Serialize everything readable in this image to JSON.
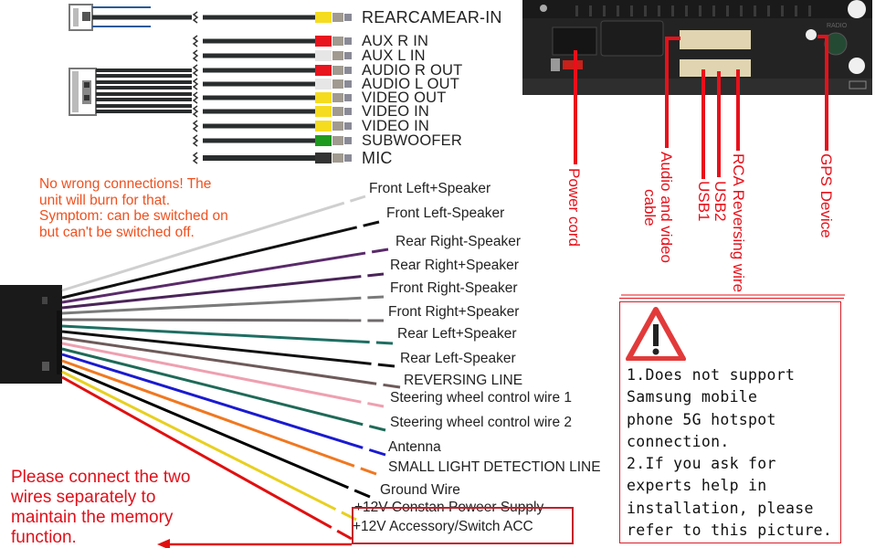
{
  "colors": {
    "accent_red": "#e8101a",
    "warning_orange": "#f0501e",
    "notice_border": "#d52029",
    "label_text": "#222222"
  },
  "rca_harness": {
    "connectors": [
      {
        "label": "REARCAMEAR-IN",
        "plug_color": "#f5dc1e"
      },
      {
        "label": "AUX R IN",
        "plug_color": "#e8141e"
      },
      {
        "label": "AUX L IN",
        "plug_color": "#e6e6e6"
      },
      {
        "label": "AUDIO R OUT",
        "plug_color": "#e8141e"
      },
      {
        "label": "AUDIO L OUT",
        "plug_color": "#e6e6e6"
      },
      {
        "label": "VIDEO  OUT",
        "plug_color": "#f5dc1e"
      },
      {
        "label": "VIDEO  IN",
        "plug_color": "#f5dc1e"
      },
      {
        "label": "VIDEO  IN",
        "plug_color": "#f5dc1e"
      },
      {
        "label": "SUBWOOFER",
        "plug_color": "#1e9a1e"
      },
      {
        "label": "MIC",
        "plug_color": "#333333"
      }
    ]
  },
  "unit_ports": {
    "callouts": [
      {
        "label": "Power cord"
      },
      {
        "label": "Audio and video\ncable"
      },
      {
        "label": "USB1"
      },
      {
        "label": "USB2"
      },
      {
        "label": "RCA Reversing wire"
      },
      {
        "label": "GPS Device"
      }
    ],
    "panel_marks": {
      "radio": "RADIO"
    }
  },
  "warnings": {
    "wrong_connection": "No wrong connections! The\nunit will burn for that.\nSymptom: can be switched on\nbut can't be switched off.",
    "memory_function": "Please connect the two\nwires separately to\nmaintain the memory\nfunction."
  },
  "power_harness": {
    "wires": [
      {
        "label": "Front Left+Speaker",
        "color": "#cfcfcf"
      },
      {
        "label": "Front Left-Speaker",
        "color": "#111111"
      },
      {
        "label": "Rear Right-Speaker",
        "color": "#5a2a6a"
      },
      {
        "label": "Rear Right+Speaker",
        "color": "#4a2458"
      },
      {
        "label": "Front Right-Speaker",
        "color": "#7a7a7a"
      },
      {
        "label": "Front  Right+Speaker",
        "color": "#6e6a6c"
      },
      {
        "label": "Rear Left+Speaker",
        "color": "#1e6e62"
      },
      {
        "label": "Rear Left-Speaker",
        "color": "#111111"
      },
      {
        "label": "REVERSING LINE",
        "color": "#6e5a5a"
      },
      {
        "label": "Steering wheel control wire 1",
        "color": "#eea0b0"
      },
      {
        "label": "Steering wheel control wire 2",
        "color": "#1e6a58"
      },
      {
        "label": "Antenna",
        "color": "#1a1ad0"
      },
      {
        "label": "SMALL LIGHT DETECTION LINE",
        "color": "#f07820"
      },
      {
        "label": "Ground Wire",
        "color": "#000000"
      },
      {
        "label": "+12V Constan Poweer Supply",
        "color": "#e8d020"
      },
      {
        "label": "+12V Accessory/Switch ACC",
        "color": "#e01010"
      }
    ]
  },
  "notice": {
    "icon": "warning-triangle-icon",
    "text": "1.Does not support\nSamsung mobile\nphone 5G hotspot\nconnection.\n2.If you ask for\nexperts  help in\ninstallation, please\nrefer to this picture."
  }
}
